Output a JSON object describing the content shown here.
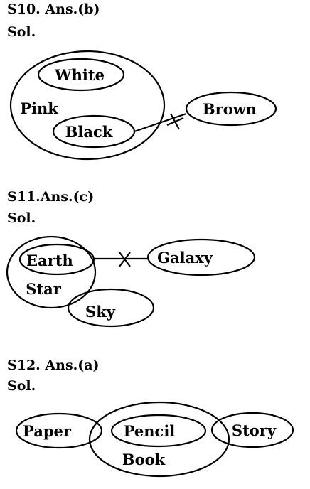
{
  "questions": [
    {
      "answer": "S10. Ans.(b)",
      "sol": "Sol.",
      "labels": {
        "outer": "Pink",
        "top": "White",
        "inner": "Black",
        "external": "Brown"
      }
    },
    {
      "answer": "S11.Ans.(c)",
      "sol": "Sol.",
      "labels": {
        "inner": "Earth",
        "outer": "Star",
        "external": "Galaxy",
        "overlap": "Sky"
      }
    },
    {
      "answer": "S12. Ans.(a)",
      "sol": "Sol.",
      "labels": {
        "left": "Paper",
        "inner": "Pencil",
        "outer": "Book",
        "right": "Story"
      }
    }
  ]
}
